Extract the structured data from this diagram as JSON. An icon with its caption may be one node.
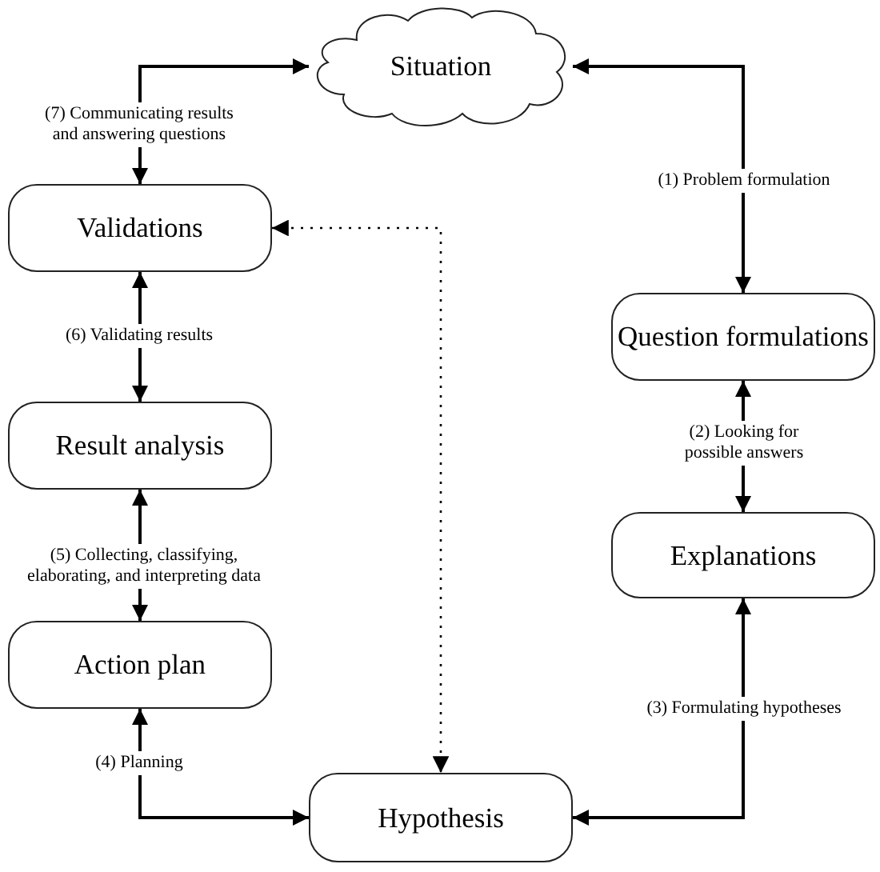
{
  "diagram": {
    "nodes": [
      {
        "text": [
          "Situation"
        ]
      },
      {
        "text": [
          "Validations"
        ]
      },
      {
        "text": [
          "Result analysis"
        ]
      },
      {
        "text": [
          "Action plan"
        ]
      },
      {
        "text": [
          "Hypothesis"
        ]
      },
      {
        "text": [
          "Question formulations"
        ]
      },
      {
        "text": [
          "Explanations"
        ]
      }
    ],
    "edges": [
      {
        "from": 0,
        "to": 5,
        "arrow": "both",
        "label": "(1) Problem formulation"
      },
      {
        "from": 5,
        "to": 6,
        "arrow": "both",
        "label": "(2) Looking for possible answers"
      },
      {
        "from": 6,
        "to": 4,
        "arrow": "both",
        "label": "(3) Formulating hypotheses"
      },
      {
        "from": 3,
        "to": 4,
        "arrow": "both",
        "label": "(4) Planning"
      },
      {
        "from": 3,
        "to": 2,
        "arrow": "both",
        "label": "(5) Collecting, classifying, elaborating, and interpreting data"
      },
      {
        "from": 2,
        "to": 1,
        "arrow": "both",
        "label": "(6) Validating results"
      },
      {
        "from": 1,
        "to": 0,
        "arrow": "both",
        "label": "(7) Communicating results and answering questions"
      },
      {
        "from": 1,
        "to": 4,
        "arrow": "both",
        "style": "dashed"
      }
    ]
  }
}
